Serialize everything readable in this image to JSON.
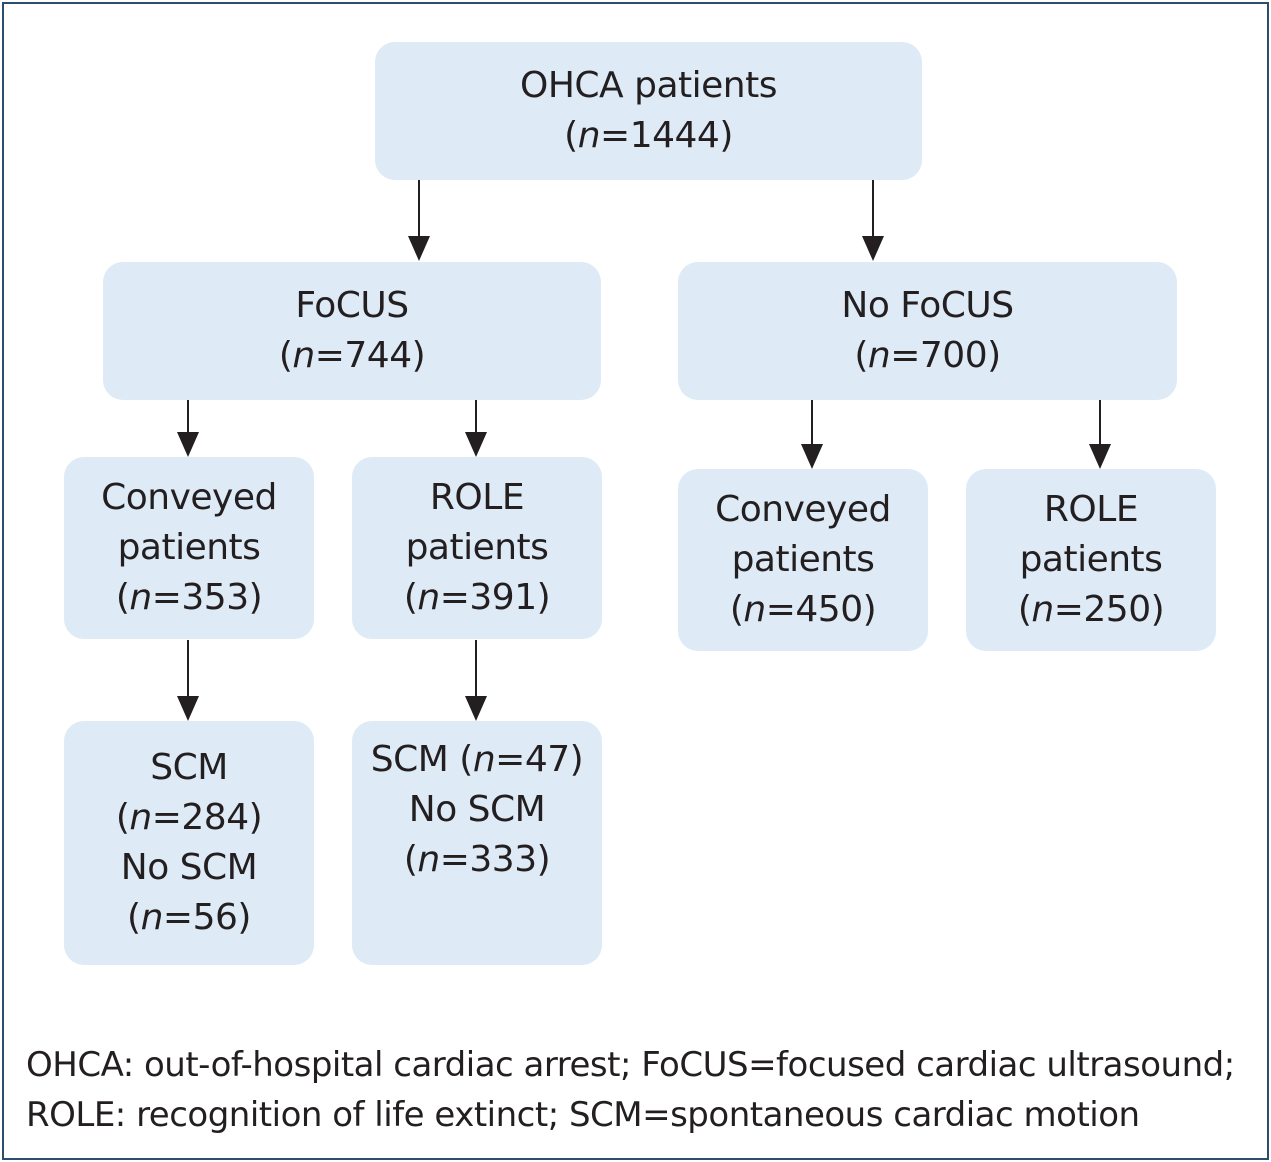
{
  "nodes": {
    "root": {
      "label": "OHCA patients",
      "n": "1444"
    },
    "focus": {
      "label": "FoCUS",
      "n": "744"
    },
    "no_focus": {
      "label": "No FoCUS",
      "n": "700"
    },
    "focus_conveyed": {
      "label_1": "Conveyed",
      "label_2": "patients",
      "n": "353"
    },
    "focus_role": {
      "label_1": "ROLE",
      "label_2": "patients",
      "n": "391"
    },
    "nofocus_conveyed": {
      "label_1": "Conveyed",
      "label_2": "patients",
      "n": "450"
    },
    "nofocus_role": {
      "label_1": "ROLE",
      "label_2": "patients",
      "n": "250"
    },
    "conveyed_scm": {
      "scm_label": "SCM",
      "scm_n": "284",
      "no_scm_label": "No SCM",
      "no_scm_n": "56"
    },
    "role_scm": {
      "scm_label": "SCM",
      "scm_n": "47",
      "no_scm_label": "No SCM",
      "no_scm_n": "333"
    }
  },
  "n_symbol": "n",
  "footnote": {
    "line_1": "OHCA: out-of-hospital cardiac arrest; FoCUS=focused cardiac ultrasound;",
    "line_2": "ROLE: recognition of life extinct; SCM=spontaneous cardiac motion"
  },
  "colors": {
    "box_fill": "#deeaf6",
    "frame_border": "#2b4d6e",
    "text": "#231f20",
    "arrow": "#231f20"
  }
}
